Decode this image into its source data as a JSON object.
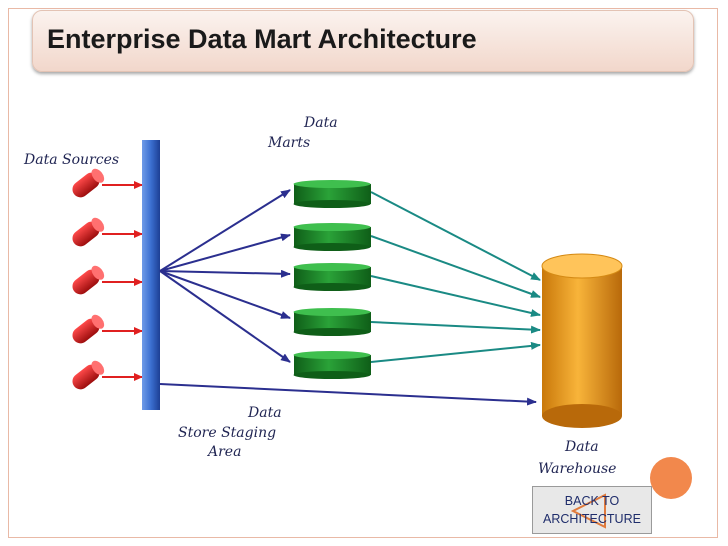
{
  "slide": {
    "title": "Enterprise Data Mart Architecture"
  },
  "diagram": {
    "labels": {
      "data_sources": "Data Sources",
      "data_marts_line1": "Data",
      "data_marts_line2": "Marts",
      "staging_line1": "Data",
      "staging_line2": "Store Staging",
      "staging_line3": "Area",
      "warehouse_line1": "Data",
      "warehouse_line2": "Warehouse"
    },
    "colors": {
      "source_red": "#d81b1b",
      "staging_blue": "#3b6fd0",
      "mart_green": "#1f8a2a",
      "warehouse_orange": "#f4a21e",
      "arrow_navy": "#2b2f8f",
      "arrow_teal": "#1a8a84",
      "arrow_red": "#e02020"
    }
  },
  "nav": {
    "back_line1": "BACK TO",
    "back_line2": "ARCHITECTURE"
  }
}
